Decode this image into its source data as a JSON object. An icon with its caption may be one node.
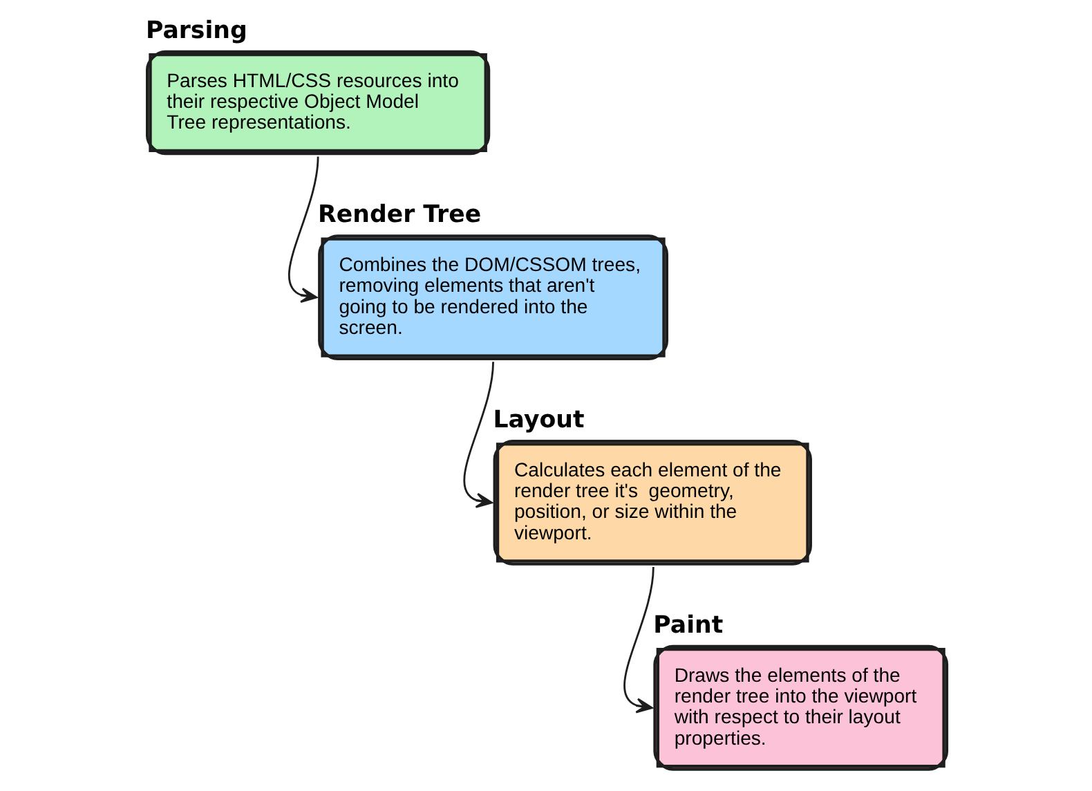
{
  "diagram": {
    "nodes": [
      {
        "text": [
          "Parsing",
          "Parses HTML/CSS resources into their respective Object Model Tree representations."
        ]
      },
      {
        "text": [
          "Render Tree",
          "Combines the DOM/CSSOM trees, removing elements that aren't going to be rendered into the screen."
        ]
      },
      {
        "text": [
          "Layout",
          "Calculates each element of the render tree it's  geometry, position, or size within the viewport."
        ]
      },
      {
        "text": [
          "Paint",
          "Draws the elements of the render tree into the viewport with respect to their layout properties."
        ]
      }
    ],
    "edges": [
      {
        "from": 0,
        "to": 1,
        "arrow": "to"
      },
      {
        "from": 1,
        "to": 2,
        "arrow": "to"
      },
      {
        "from": 2,
        "to": 3,
        "arrow": "to"
      }
    ]
  }
}
